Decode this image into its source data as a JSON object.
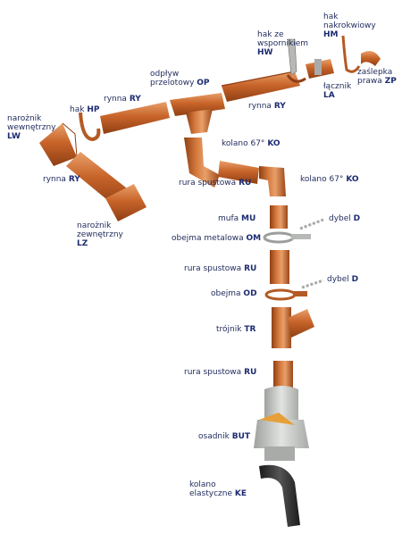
{
  "palette": {
    "copper": "#c8642a",
    "copper_dark": "#8f3f14",
    "copper_light": "#e69a62",
    "label": "#1c2b70",
    "grey": "#c9cbc8",
    "black": "#2a2a2a"
  },
  "labels": {
    "hw": {
      "lines": [
        "hak ze",
        "wspornikiem"
      ],
      "code": "HW"
    },
    "hm": {
      "lines": [
        "hak",
        "nakrokwiowy"
      ],
      "code": "HM"
    },
    "op": {
      "lines": [
        "odpływ",
        "przelotowy"
      ],
      "code": "OP"
    },
    "zp": {
      "lines": [
        "zaślepka",
        "prawa"
      ],
      "code": "ZP"
    },
    "la": {
      "lines": [
        "łącznik"
      ],
      "code": "LA"
    },
    "ry_top_left": {
      "lines": [
        "rynna"
      ],
      "code": "RY"
    },
    "ry_top_right": {
      "lines": [
        "rynna"
      ],
      "code": "RY"
    },
    "hp": {
      "lines": [
        "hak"
      ],
      "code": "HP"
    },
    "lw": {
      "lines": [
        "narożnik",
        "wewnętrzny"
      ],
      "code": "LW"
    },
    "ko1": {
      "lines": [
        "kolano 67°"
      ],
      "code": "KO"
    },
    "ru1": {
      "lines": [
        "rura spustowa"
      ],
      "code": "RU"
    },
    "ry_left": {
      "lines": [
        "rynna"
      ],
      "code": "RY"
    },
    "ko2": {
      "lines": [
        "kolano 67°"
      ],
      "code": "KO"
    },
    "lz": {
      "lines": [
        "narożnik",
        "zewnętrzny"
      ],
      "code": "LZ"
    },
    "mu": {
      "lines": [
        "mufa"
      ],
      "code": "MU"
    },
    "d1": {
      "lines": [
        "dybel"
      ],
      "code": "D"
    },
    "om": {
      "lines": [
        "obejma metalowa"
      ],
      "code": "OM"
    },
    "ru2": {
      "lines": [
        "rura spustowa"
      ],
      "code": "RU"
    },
    "d2": {
      "lines": [
        "dybel"
      ],
      "code": "D"
    },
    "od": {
      "lines": [
        "obejma"
      ],
      "code": "OD"
    },
    "tr": {
      "lines": [
        "trójnik"
      ],
      "code": "TR"
    },
    "ru3": {
      "lines": [
        "rura spustowa"
      ],
      "code": "RU"
    },
    "but": {
      "lines": [
        "osadnik"
      ],
      "code": "BUT"
    },
    "ke": {
      "lines": [
        "kolano",
        "elastyczne"
      ],
      "code": "KE"
    }
  }
}
